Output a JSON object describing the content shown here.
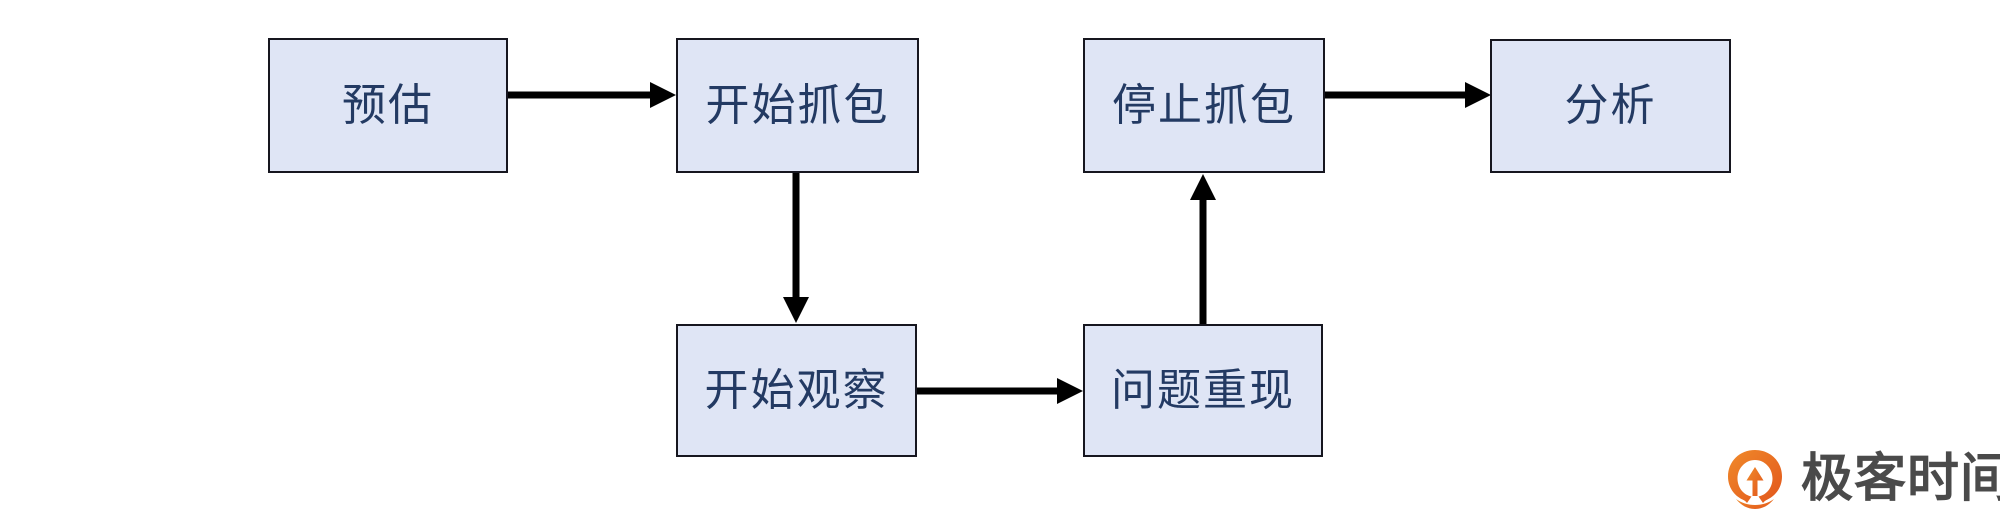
{
  "diagram": {
    "type": "flowchart",
    "title": "",
    "nodes": [
      {
        "id": "estimate",
        "label": "预估"
      },
      {
        "id": "start_capture",
        "label": "开始抓包"
      },
      {
        "id": "stop_capture",
        "label": "停止抓包"
      },
      {
        "id": "analyze",
        "label": "分析"
      },
      {
        "id": "observe",
        "label": "开始观察"
      },
      {
        "id": "reproduce",
        "label": "问题重现"
      }
    ],
    "edges": [
      {
        "from": "estimate",
        "to": "start_capture",
        "direction": "right"
      },
      {
        "from": "start_capture",
        "to": "observe",
        "direction": "down"
      },
      {
        "from": "observe",
        "to": "reproduce",
        "direction": "right"
      },
      {
        "from": "reproduce",
        "to": "stop_capture",
        "direction": "up"
      },
      {
        "from": "stop_capture",
        "to": "analyze",
        "direction": "right"
      }
    ],
    "colors": {
      "node_fill": "#dfe5f5",
      "node_border": "#16161f",
      "node_text": "#233a63",
      "edge": "#000000",
      "background": "#ffffff",
      "logo_mark": "#ec6b1f",
      "logo_text": "#4a4a4a"
    }
  },
  "branding": {
    "logo_text": "极客时间",
    "logo_icon": "geektime-logo-icon"
  }
}
